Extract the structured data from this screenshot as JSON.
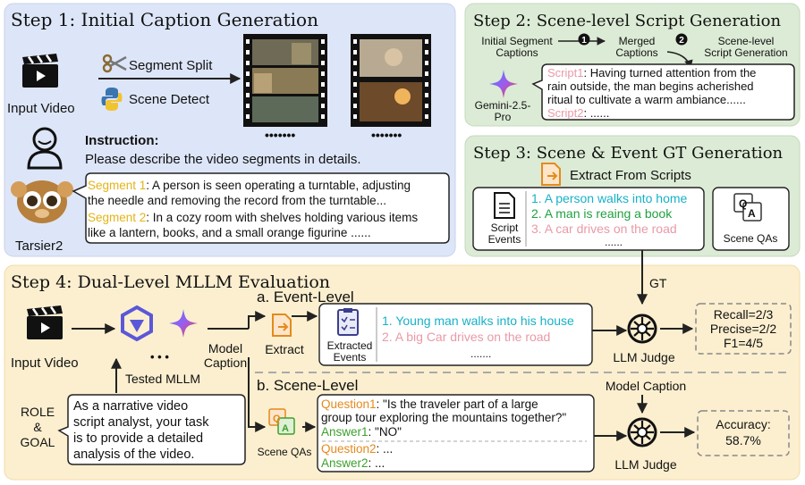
{
  "step1": {
    "title": "Step 1:  Initial Caption Generation",
    "input_video": "Input Video",
    "segment_split": "Segment Split",
    "scene_detect": "Scene Detect",
    "dots": "•••••••",
    "instruction_label": "Instruction:",
    "instruction_text": "Please describe the video segments in details.",
    "tarsier": "Tarsier2",
    "seg1_label": "Segment 1",
    "seg1_line1": ": A person is seen operating a turntable, adjusting",
    "seg1_line2": "the needle and removing the record from the turntable...",
    "seg2_label": "Segment 2",
    "seg2_line1": ": In a cozy room with shelves holding various items",
    "seg2_line2": "like a lantern, books, and a small orange figurine ......"
  },
  "step2": {
    "title": "Step 2:  Scene-level Script Generation",
    "initial_captions_1": "Initial Segment",
    "initial_captions_2": "Captions",
    "merged_1": "Merged",
    "merged_2": "Captions",
    "scene_script_1": "Scene-level",
    "scene_script_2": "Script Generation",
    "num1": "1",
    "num2": "2",
    "gemini_1": "Gemini-2.5-",
    "gemini_2": "Pro",
    "script1_label": "Script1",
    "script1_line1": ": Having turned  attention from the",
    "script1_line2": "rain outside, the man begins  acherished",
    "script1_line3": "ritual to cultivate a warm ambiance......",
    "script2_label": "Script2",
    "script2_rest": ": ......"
  },
  "step3": {
    "title": "Step 3: Scene & Event GT Generation",
    "extract": "Extract From Scripts",
    "script_events_1": "Script",
    "script_events_2": "Events",
    "event1": "1. A person walks into home",
    "event2": "2. A man is reaing a book",
    "event3": "3. A car drives on the road",
    "dots": "......",
    "scene_qas": "Scene QAs",
    "gt": "GT"
  },
  "step4": {
    "title": "Step 4: Dual-Level MLLM Evaluation",
    "input_video": "Input Video",
    "tested_mllm": "Tested MLLM",
    "dots": "• • •",
    "model_caption_1": "Model",
    "model_caption_2": "Caption",
    "event_level": "a. Event-Level",
    "extract": "Extract",
    "extracted_1": "Extracted",
    "extracted_2": "Events",
    "ev1": "1. Young man walks into his house",
    "ev2": "2. A big  Car drives on the road",
    "ev_dots": ".......",
    "llm_judge": "LLM Judge",
    "recall": "Recall=2/3",
    "precise": "Precise=2/2",
    "f1": "F1=4/5",
    "model_caption": "Model Caption",
    "scene_level": "b. Scene-Level",
    "scene_qas": "Scene QAs",
    "q1_label": "Question1",
    "q1_line1": ": \"Is the traveler part of a large",
    "q1_line2": "group tour exploring the mountains together?\"",
    "a1_label": "Answer1",
    "a1_rest": ": \"NO\"",
    "q2_label": "Question2",
    "q2_rest": ": ...",
    "a2_label": "Answer2",
    "a2_rest": ": ...",
    "accuracy_1": "Accuracy:",
    "accuracy_2": "58.7%",
    "role_1": "ROLE",
    "role_2": "&",
    "role_3": "GOAL",
    "prompt_1": "As a narrative video",
    "prompt_2": "script analyst, your task",
    "prompt_3": "is to provide a detailed",
    "prompt_4": "analysis of the video."
  },
  "colors": {
    "step1_bg": "#dde6f8",
    "step2_bg": "#dcebd5",
    "step4_bg": "#fcefcf",
    "segment_label": "#e3b418",
    "script_label": "#e99aa7",
    "event_cyan": "#17b1c8",
    "event_green": "#21a040",
    "event_pink": "#e99aa7",
    "question_orange": "#e48a1d",
    "answer_green": "#3e9f2c"
  }
}
